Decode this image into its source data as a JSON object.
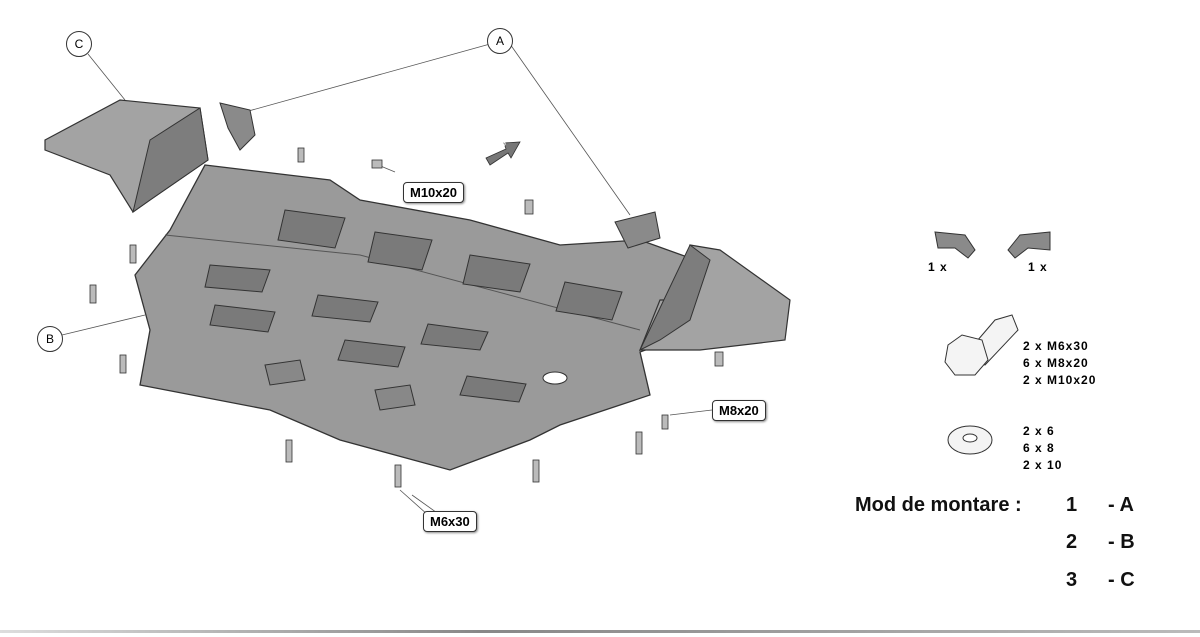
{
  "callouts": {
    "a": "A",
    "b": "B",
    "c": "C"
  },
  "fasteners": {
    "m10": "M10x20",
    "m8": "M8x20",
    "m6": "M6x30"
  },
  "fwd_arrow": "FWD",
  "parts_list": {
    "bracket_left_qty": "1 x",
    "bracket_right_qty": "1 x",
    "bolts": [
      "2 x M6x30",
      "6 x M8x20",
      "2 x M10x20"
    ],
    "washers": [
      "2 x 6",
      "6 x 8",
      "2 x 10"
    ]
  },
  "mounting": {
    "title": "Mod de montare :",
    "steps": [
      {
        "num": "1",
        "letter": "- A"
      },
      {
        "num": "2",
        "letter": "- B"
      },
      {
        "num": "3",
        "letter": "- C"
      }
    ]
  },
  "colors": {
    "plate": "#9a9a9a",
    "plate_dark": "#6f6f6f",
    "outline": "#333333"
  }
}
